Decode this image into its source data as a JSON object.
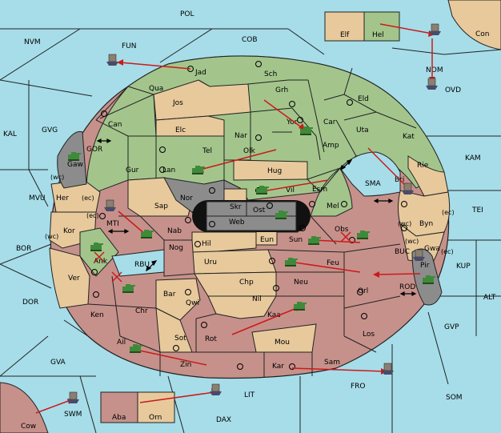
{
  "colors": {
    "sea": "#a6dde9",
    "green": "#a3c58c",
    "tan": "#e7c99c",
    "red": "#c6918b",
    "gray": "#8c8c8c",
    "dark": "#5c5c5c",
    "border": "#222222",
    "arrow": "#cc1a1a",
    "unit": "#3f8a3a"
  },
  "sea_labels": {
    "pol": "POL",
    "nvm": "NVM",
    "fun": "FUN",
    "cob": "COB",
    "nom": "NOM",
    "con": "Con",
    "ovd": "OVD",
    "kal": "KAL",
    "gvg": "GVG",
    "kam": "KAM",
    "gor": "GOR",
    "sma": "SMA",
    "mvu": "MVU",
    "mti": "MTI",
    "tei": "TEI",
    "bor": "BOR",
    "rbu": "RBU",
    "buc": "BUC",
    "kup": "KUP",
    "rod": "ROD",
    "dor": "DOR",
    "alt": "ALT",
    "gvp": "GVP",
    "gva": "GVA",
    "fro": "FRO",
    "som": "SOM",
    "lit": "LIT",
    "swm": "SWM",
    "cow": "Cow",
    "dax": "DAX"
  },
  "land_labels": {
    "elf": "Elf",
    "hel": "Hel",
    "jad": "Jad",
    "sch": "Sch",
    "qua": "Qua",
    "grh": "Grh",
    "jos": "Jos",
    "eld": "Eld",
    "can": "Can",
    "yor": "Yor",
    "car": "Car",
    "elc": "Elc",
    "nar": "Nar",
    "uta": "Uta",
    "kat": "Kat",
    "amp": "Amp",
    "tel": "Tel",
    "olk": "Olk",
    "gaw": "Gaw",
    "gur": "Gur",
    "lan": "Lan",
    "hug": "Hug",
    "rie": "Rie",
    "bri": "Bri",
    "vil": "Vil",
    "esm": "Esm",
    "nor": "Nor",
    "skr": "Skr",
    "her": "Her",
    "sap": "Sap",
    "ost": "Ost",
    "mel": "Mel",
    "web": "Web",
    "byn": "Byn",
    "kor": "Kor",
    "nab": "Nab",
    "eun": "Eun",
    "sun": "Sun",
    "obs": "Obs",
    "gwa": "Gwa",
    "hil": "Hil",
    "ank": "Ank",
    "nog": "Nog",
    "uru": "Uru",
    "feu": "Feu",
    "pir": "Pir",
    "ver": "Ver",
    "chp": "Chp",
    "neu": "Neu",
    "orl": "Orl",
    "bar": "Bar",
    "nil": "Nil",
    "ken": "Ken",
    "qwi": "Qwi",
    "chr": "Chr",
    "kaa": "Kaa",
    "los": "Los",
    "sot": "Sot",
    "rot": "Rot",
    "ail": "Ail",
    "mou": "Mou",
    "zin": "Zin",
    "kar": "Kar",
    "sam": "Sam",
    "aba": "Aba",
    "orn": "Orn"
  },
  "coast_tags": {
    "wc1": "(wc)",
    "ec1": "(ec)",
    "ec2": "(ec)",
    "wc2": "(wc)",
    "wc3": "(wc)",
    "ec3": "(ec)",
    "wc4": "(wc)",
    "ec4": "(ec)"
  }
}
